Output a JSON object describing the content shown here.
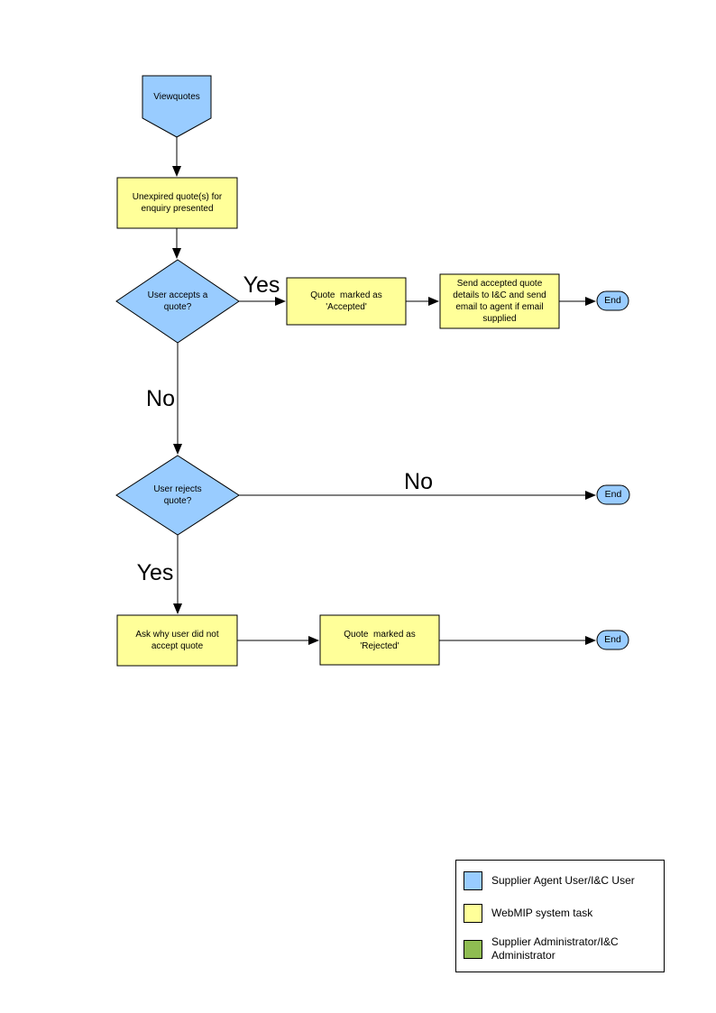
{
  "palette": {
    "user_task_blue": "#99CCFF",
    "system_task_yellow": "#FFFF99",
    "admin_task_green": "#8FBC52",
    "outline_black": "#000000"
  },
  "flowchart": {
    "nodes": {
      "view_quotes": {
        "label": "Viewquotes"
      },
      "unexpired_quotes": {
        "label": "Unexpired quote(s) for enquiry presented"
      },
      "user_accepts": {
        "label": "User accepts a quote?"
      },
      "quote_marked_accepted": {
        "label": "Quote  marked as 'Accepted'"
      },
      "send_accepted_details": {
        "label": "Send accepted quote details to I&C and send email to agent if email supplied"
      },
      "end_after_accept": {
        "label": "End"
      },
      "user_rejects": {
        "label": "User rejects quote?"
      },
      "end_no_action": {
        "label": "End"
      },
      "ask_why_not_accepted": {
        "label": "Ask why user did not accept quote"
      },
      "quote_marked_rejected": {
        "label": "Quote  marked as 'Rejected'"
      },
      "end_after_reject": {
        "label": "End"
      }
    },
    "edge_labels": {
      "accepts_yes": "Yes",
      "accepts_no": "No",
      "rejects_no": "No",
      "rejects_yes": "Yes"
    }
  },
  "legend": {
    "items": [
      {
        "label": "Supplier Agent User/I&C User",
        "color": "#99CCFF"
      },
      {
        "label": "WebMIP system task",
        "color": "#FFFF99"
      },
      {
        "label": "Supplier Administrator/I&C Administrator",
        "color": "#8FBC52"
      }
    ]
  }
}
